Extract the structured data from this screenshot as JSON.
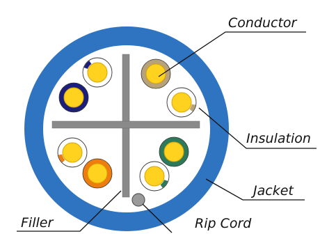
{
  "labels": {
    "conductor": "Conductor",
    "insulation": "Insulation",
    "jacket": "Jacket",
    "filler": "Filler",
    "rip_cord": "Rip Cord"
  },
  "colors": {
    "jacket": "#2f74c0",
    "jacket_inner": "#ffffff",
    "filler": "#8a8a8a",
    "conductor": "#ffd21f",
    "conductor_stroke": "#d9a400",
    "pair_blue": "#1b1f7a",
    "pair_brown": "#b7a27a",
    "pair_green": "#2c7a5a",
    "pair_orange": "#ee7d0f",
    "rip_cord": "#9a9a9a",
    "leader": "#111111"
  },
  "wires": [
    {
      "id": "blue-stripe",
      "solid": false,
      "stripe": "pair_blue"
    },
    {
      "id": "blue",
      "solid": true,
      "color": "pair_blue"
    },
    {
      "id": "brown",
      "solid": true,
      "color": "pair_brown"
    },
    {
      "id": "brown-stripe",
      "solid": false,
      "stripe": "pair_brown"
    },
    {
      "id": "orange-stripe",
      "solid": false,
      "stripe": "pair_orange"
    },
    {
      "id": "orange",
      "solid": true,
      "color": "pair_orange"
    },
    {
      "id": "green",
      "solid": true,
      "color": "pair_green"
    },
    {
      "id": "green-stripe",
      "solid": false,
      "stripe": "pair_green"
    }
  ]
}
